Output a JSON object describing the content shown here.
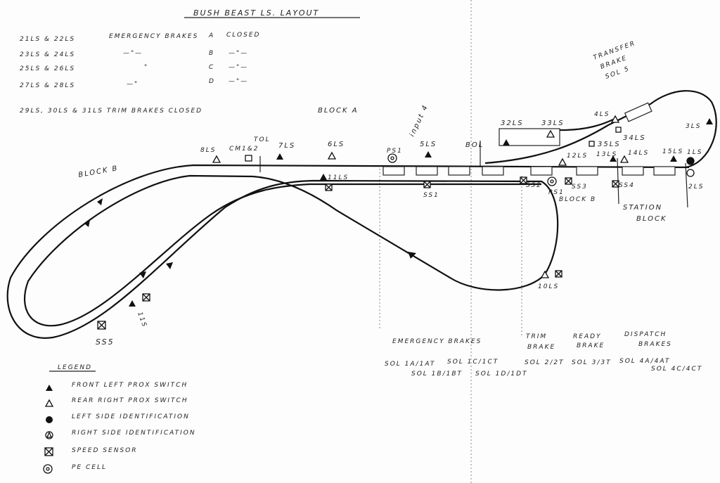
{
  "title": "BUSH BEAST LS. LAYOUT",
  "brake_notes": [
    {
      "switches": "21LS & 22LS",
      "desc": "EMERGENCY BRAKES",
      "brake": "A",
      "state": "CLOSED"
    },
    {
      "switches": "23LS & 24LS",
      "desc": "—\"—",
      "brake": "B",
      "state": "—\"—"
    },
    {
      "switches": "25LS & 26LS",
      "desc": "\"",
      "brake": "C",
      "state": "—\"—"
    },
    {
      "switches": "27LS & 28LS",
      "desc": "—\"",
      "brake": "D",
      "state": "—\"—"
    }
  ],
  "trim_note": "29LS, 30LS & 31LS   TRIM BRAKES CLOSED",
  "labels": {
    "block_a": "BLOCK A",
    "block_b": "BLOCK B",
    "block_b2": "BLOCK B",
    "station": "STATION",
    "station_block": "BLOCK",
    "transfer1": "TRANSFER",
    "transfer2": "BRAKE",
    "transfer3": "SOL 5",
    "input4": "input 4",
    "tol": "TOL",
    "bol": "BOL",
    "cm": "CM1&2",
    "ps1a": "PS1",
    "ps1b": "PS1",
    "ls1": "1LS",
    "ls2": "2LS",
    "ls3": "3LS",
    "ls4": "4LS",
    "ls5": "5LS",
    "ls6": "6LS",
    "ls7": "7LS",
    "ls8": "8LS",
    "ls10": "10LS",
    "ls11": "11LS",
    "ls11b": "11S",
    "ls12": "12LS",
    "ls13": "13LS",
    "ls14": "14LS",
    "ls15": "15LS",
    "ls32": "32LS",
    "ls33": "33LS",
    "ls34": "34LS",
    "ls35": "35LS",
    "ss1": "SS1",
    "ss2": "SS2",
    "ss3": "SS3",
    "ss4": "SS4",
    "ss5": "SS5"
  },
  "brakes_table": {
    "emergency": "EMERGENCY BRAKES",
    "trim": "TRIM",
    "trim2": "BRAKE",
    "ready": "READY",
    "ready2": "BRAKE",
    "dispatch": "DISPATCH",
    "dispatch2": "BRAKES",
    "sol1a": "SOL 1A/1AT",
    "sol1b": "SOL 1B/1BT",
    "sol1c": "SOL 1C/1CT",
    "sol1d": "SOL 1D/1DT",
    "sol2": "SOL 2/2T",
    "sol3": "SOL 3/3T",
    "sol4a": "SOL 4A/4AT",
    "sol4c": "SOL 4C/4CT"
  },
  "legend": {
    "title": "LEGEND",
    "items": [
      {
        "icon": "filled-triangle",
        "label": "FRONT LEFT PROX SWITCH"
      },
      {
        "icon": "open-triangle",
        "label": "REAR RIGHT PROX SWITCH"
      },
      {
        "icon": "left-side-id",
        "label": "LEFT SIDE IDENTIFICATION"
      },
      {
        "icon": "right-side-id",
        "label": "RIGHT SIDE IDENTIFICATION"
      },
      {
        "icon": "speed-sensor",
        "label": "SPEED SENSOR"
      },
      {
        "icon": "pe-cell",
        "label": "PE CELL"
      }
    ]
  }
}
